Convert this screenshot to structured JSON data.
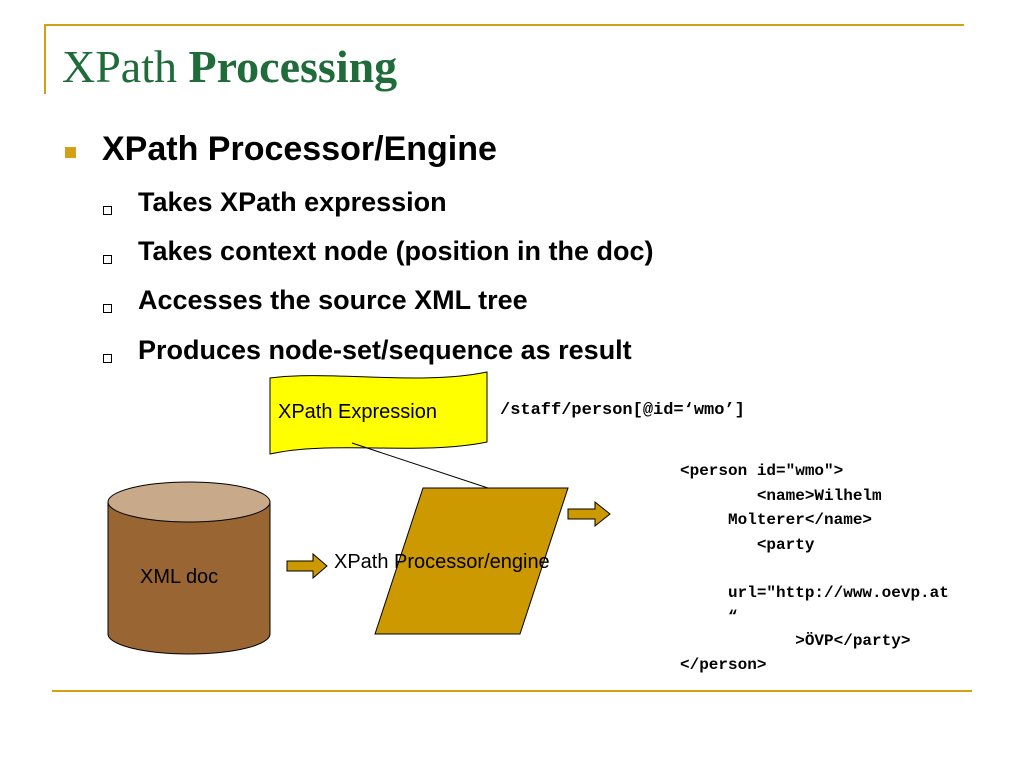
{
  "slide": {
    "title_normal": "XPath",
    "title_bold": "Processing",
    "bullet": "XPath Processor/Engine",
    "sub_bullets": [
      "Takes XPath expression",
      "Takes context node (position in the doc)",
      "Accesses the source XML tree",
      "Produces node-set/sequence as result"
    ]
  },
  "diagram": {
    "expression_label": "XPath Expression",
    "expression_code": "/staff/person[@id=‘wmo’]",
    "xml_doc_label": "XML doc",
    "processor_label": "XPath Processor/engine",
    "result_lines": [
      "<person id=\"wmo\">",
      "        <name>Wilhelm",
      "     Molterer</name>",
      "        <party",
      "",
      "     url=\"http://www.oevp.at",
      "     “",
      "            >ÖVP</party>",
      "</person>"
    ]
  },
  "colors": {
    "accent": "#d4a017",
    "title": "#1f6b3a",
    "cylinder_body": "#996633",
    "cylinder_top": "#c8a98a",
    "processor_fill": "#cc9900",
    "arrow_fill": "#cc9900",
    "callout_fill": "#ffff00"
  }
}
